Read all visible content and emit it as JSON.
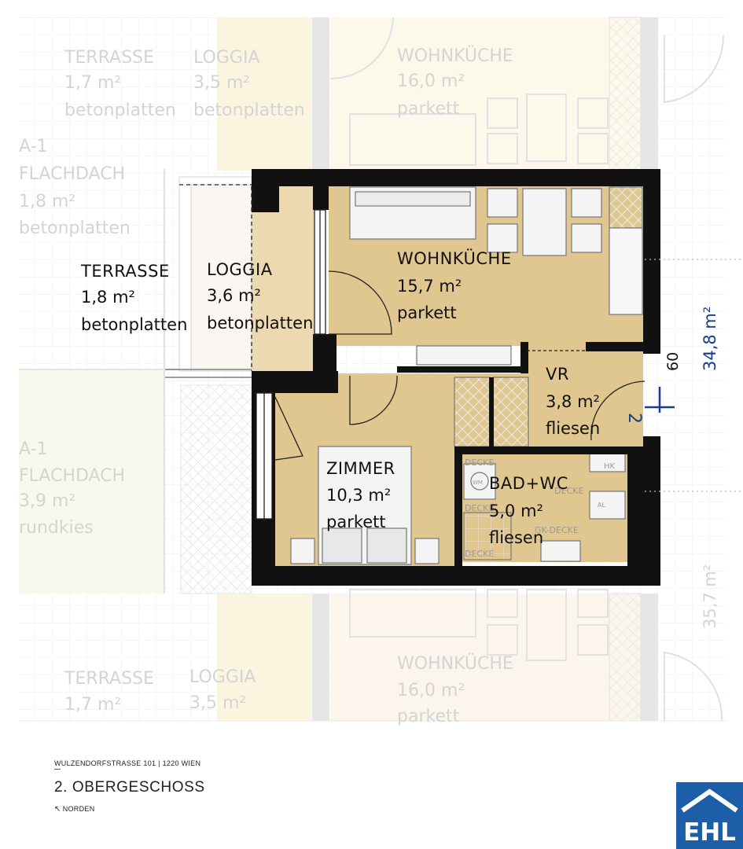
{
  "rooms": {
    "terrasse": {
      "name": "TERRASSE",
      "area": "1,8 m²",
      "floor": "betonplatten"
    },
    "loggia": {
      "name": "LOGGIA",
      "area": "3,6 m²",
      "floor": "betonplatten"
    },
    "wohnkueche": {
      "name": "WOHNKÜCHE",
      "area": "15,7 m²",
      "floor": "parkett"
    },
    "vr": {
      "name": "VR",
      "area": "3,8 m²",
      "floor": "fliesen"
    },
    "zimmer": {
      "name": "ZIMMER",
      "area": "10,3 m²",
      "floor": "parkett"
    },
    "bad": {
      "name": "BAD+WC",
      "area": "5,0 m²",
      "floor": "fliesen"
    }
  },
  "neighbors": {
    "top_terrasse": {
      "name": "TERRASSE",
      "area": "1,7 m²",
      "floor": "betonplatten"
    },
    "top_loggia": {
      "name": "LOGGIA",
      "area": "3,5 m²",
      "floor": "betonplatten"
    },
    "top_wohnkueche": {
      "name": "WOHNKÜCHE",
      "area": "16,0 m²",
      "floor": "parkett"
    },
    "flachdach1": {
      "code": "A-1",
      "name": "FLACHDACH",
      "area": "1,8 m²",
      "floor": "betonplatten"
    },
    "flachdach2": {
      "code": "A-1",
      "name": "FLACHDACH",
      "area": "3,9 m²",
      "floor": "rundkies"
    },
    "bottom_terrasse": {
      "name": "TERRASSE",
      "area": "1,7 m²"
    },
    "bottom_loggia": {
      "name": "LOGGIA",
      "area": "3,5 m²"
    },
    "bottom_wohnkueche": {
      "name": "WOHNKÜCHE",
      "area": "16,0 m²",
      "floor": "parkett"
    }
  },
  "annotations": {
    "total_area": "34,8 m²",
    "next_area": "35,7 m²",
    "dimension": "60",
    "section_mark": "2",
    "fixtures": {
      "wm": "WM",
      "decke": "DECKE",
      "hk": "HK",
      "al": "AL",
      "gk_decke": "GK-DECKE"
    }
  },
  "footer": {
    "address": "WULZENDORFSTRASSE 101 | 1220 WIEN",
    "floor_title": "2. OBERGESCHOSS",
    "north": "NORDEN",
    "north_arrow": "↖"
  },
  "logo": {
    "text": "EHL",
    "color": "#1c5fa8"
  },
  "colors": {
    "room_fill": "#e0c68f",
    "loggia_fill": "#ecd9b0",
    "wall": "#111111",
    "ghost_text": "#d4d4d4",
    "ghost_fill": "#fbf6e6",
    "flachdach_fill": "#f7f9ee",
    "blue_annot": "#1a3c8f"
  }
}
